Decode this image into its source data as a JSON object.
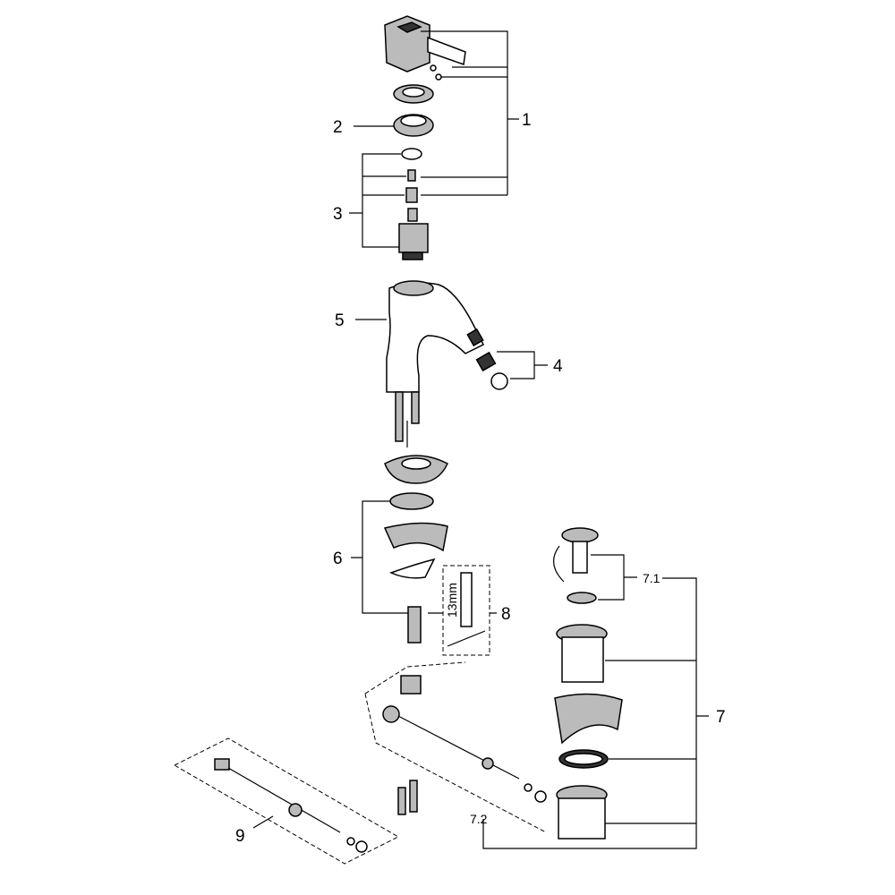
{
  "diagram": {
    "title": "Bidet mixer exploded parts view",
    "labels": {
      "p1": "1",
      "p2": "2",
      "p3": "3",
      "p4": "4",
      "p5": "5",
      "p6": "6",
      "p7": "7",
      "p7_1": "7.1",
      "p7_2": "7.2",
      "p8": "8",
      "p9": "9",
      "wrench_size": "13mm"
    }
  }
}
